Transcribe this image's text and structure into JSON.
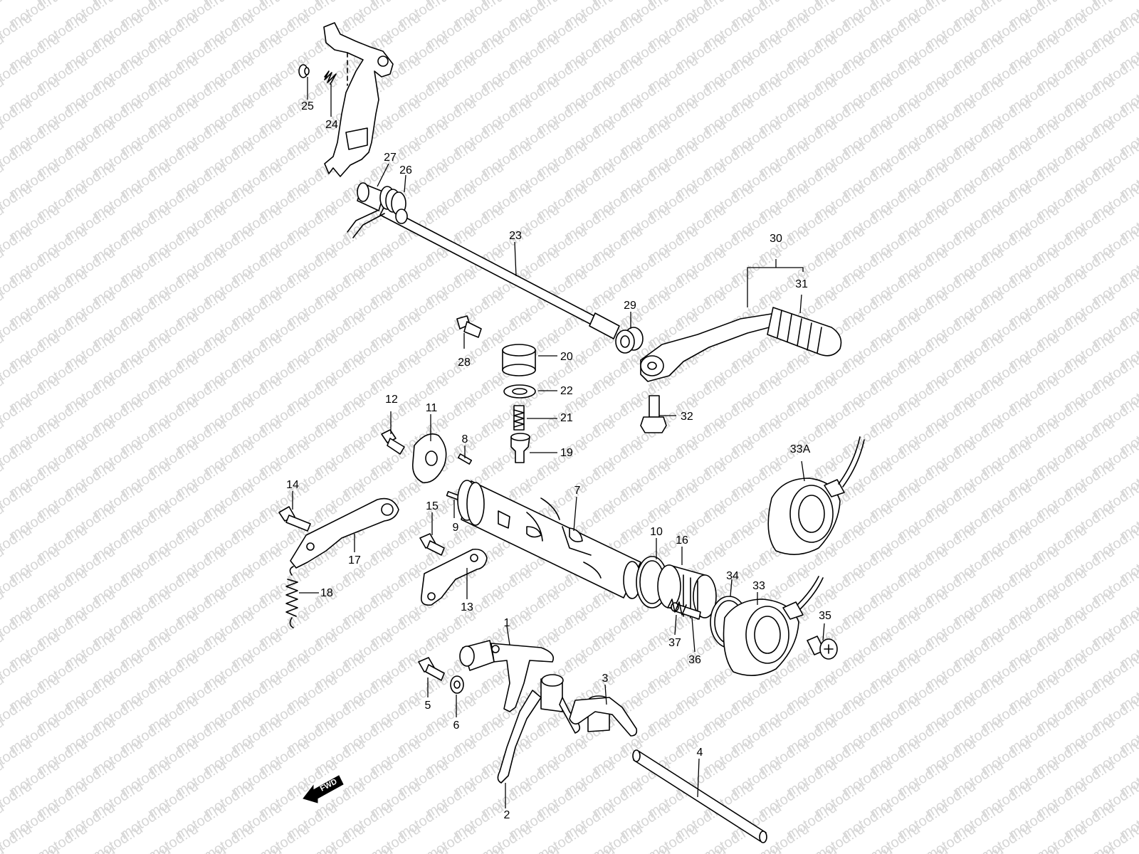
{
  "watermark": {
    "text": "motod.ru"
  },
  "direction_marker": {
    "label": "FWD"
  },
  "callouts": [
    {
      "id": "c1",
      "label": "1"
    },
    {
      "id": "c2",
      "label": "2"
    },
    {
      "id": "c3",
      "label": "3"
    },
    {
      "id": "c4",
      "label": "4"
    },
    {
      "id": "c5",
      "label": "5"
    },
    {
      "id": "c6",
      "label": "6"
    },
    {
      "id": "c7",
      "label": "7"
    },
    {
      "id": "c8",
      "label": "8"
    },
    {
      "id": "c9",
      "label": "9"
    },
    {
      "id": "c10",
      "label": "10"
    },
    {
      "id": "c11",
      "label": "11"
    },
    {
      "id": "c12",
      "label": "12"
    },
    {
      "id": "c13",
      "label": "13"
    },
    {
      "id": "c14",
      "label": "14"
    },
    {
      "id": "c15",
      "label": "15"
    },
    {
      "id": "c16",
      "label": "16"
    },
    {
      "id": "c17",
      "label": "17"
    },
    {
      "id": "c18",
      "label": "18"
    },
    {
      "id": "c19",
      "label": "19"
    },
    {
      "id": "c20",
      "label": "20"
    },
    {
      "id": "c21",
      "label": "21"
    },
    {
      "id": "c22",
      "label": "22"
    },
    {
      "id": "c23",
      "label": "23"
    },
    {
      "id": "c24",
      "label": "24"
    },
    {
      "id": "c25",
      "label": "25"
    },
    {
      "id": "c26",
      "label": "26"
    },
    {
      "id": "c27",
      "label": "27"
    },
    {
      "id": "c28",
      "label": "28"
    },
    {
      "id": "c29",
      "label": "29"
    },
    {
      "id": "c30",
      "label": "30"
    },
    {
      "id": "c31",
      "label": "31"
    },
    {
      "id": "c32",
      "label": "32"
    },
    {
      "id": "c33",
      "label": "33"
    },
    {
      "id": "c33A",
      "label": "33A"
    },
    {
      "id": "c34",
      "label": "34"
    },
    {
      "id": "c35",
      "label": "35"
    },
    {
      "id": "c36",
      "label": "36"
    },
    {
      "id": "c37",
      "label": "37"
    }
  ]
}
